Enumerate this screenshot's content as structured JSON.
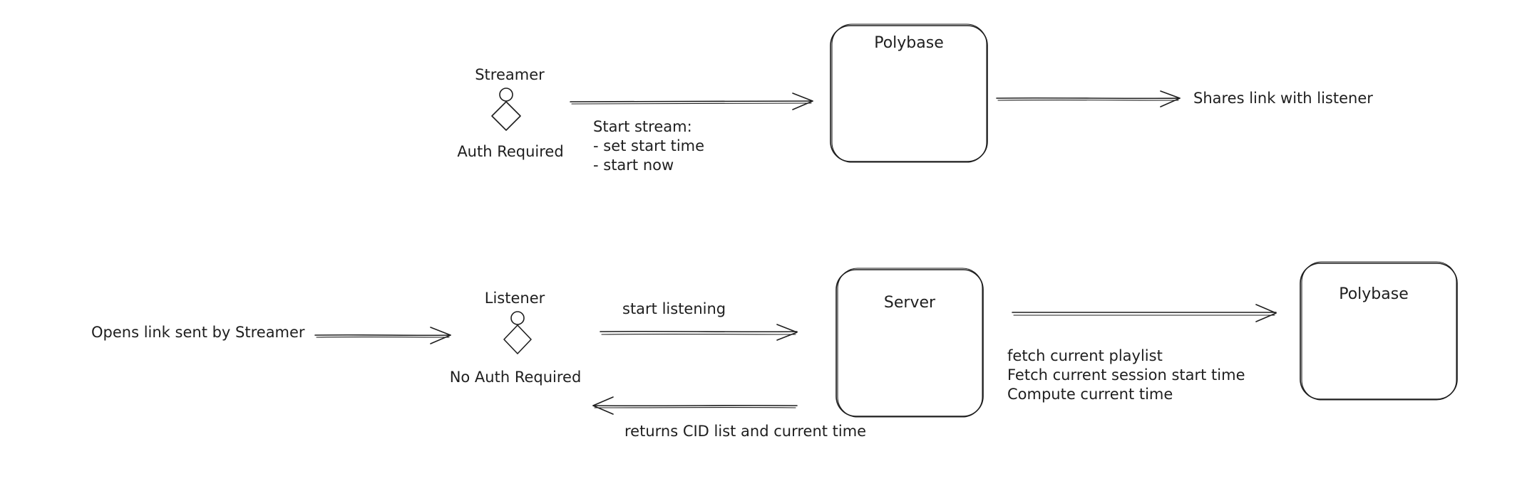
{
  "top_flow": {
    "streamer": {
      "title": "Streamer",
      "note": "Auth Required",
      "icon": "actor-icon"
    },
    "start_stream_label": {
      "line1": "Start stream:",
      "line2": "- set start time",
      "line3": "- start now"
    },
    "polybase_box": {
      "title": "Polybase"
    },
    "share_label": "Shares link with listener"
  },
  "bottom_flow": {
    "opens_link_label": "Opens link sent by Streamer",
    "listener": {
      "title": "Listener",
      "note": "No Auth Required",
      "icon": "actor-icon"
    },
    "start_listening_label": "start listening",
    "returns_label": "returns CID list and current time",
    "server_box": {
      "title": "Server"
    },
    "server_actions": {
      "line1": "fetch current playlist",
      "line2": "Fetch current session start time",
      "line3": "Compute current time"
    },
    "polybase_box": {
      "title": "Polybase"
    }
  },
  "colors": {
    "stroke": "#1e1e1e",
    "background": "#ffffff"
  }
}
